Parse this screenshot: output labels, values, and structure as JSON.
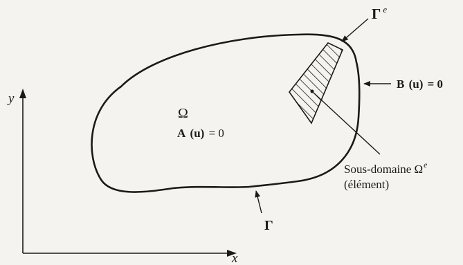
{
  "labels": {
    "gamma_e": "Γ",
    "gamma_e_sup": "e",
    "y_axis": "y",
    "x_axis": "x",
    "b_lhs": "B",
    "b_arg": "(u)",
    "b_rhs": "= 0",
    "omega": "Ω",
    "a_lhs": "A",
    "a_arg": "(u)",
    "a_rhs": "= 0",
    "subdomain": "Sous-domaine Ω",
    "subdomain_sup": "e",
    "element": "(élément)",
    "gamma": "Γ"
  },
  "colors": {
    "ink": "#1a1a1a",
    "background": "#f5f3ef"
  }
}
